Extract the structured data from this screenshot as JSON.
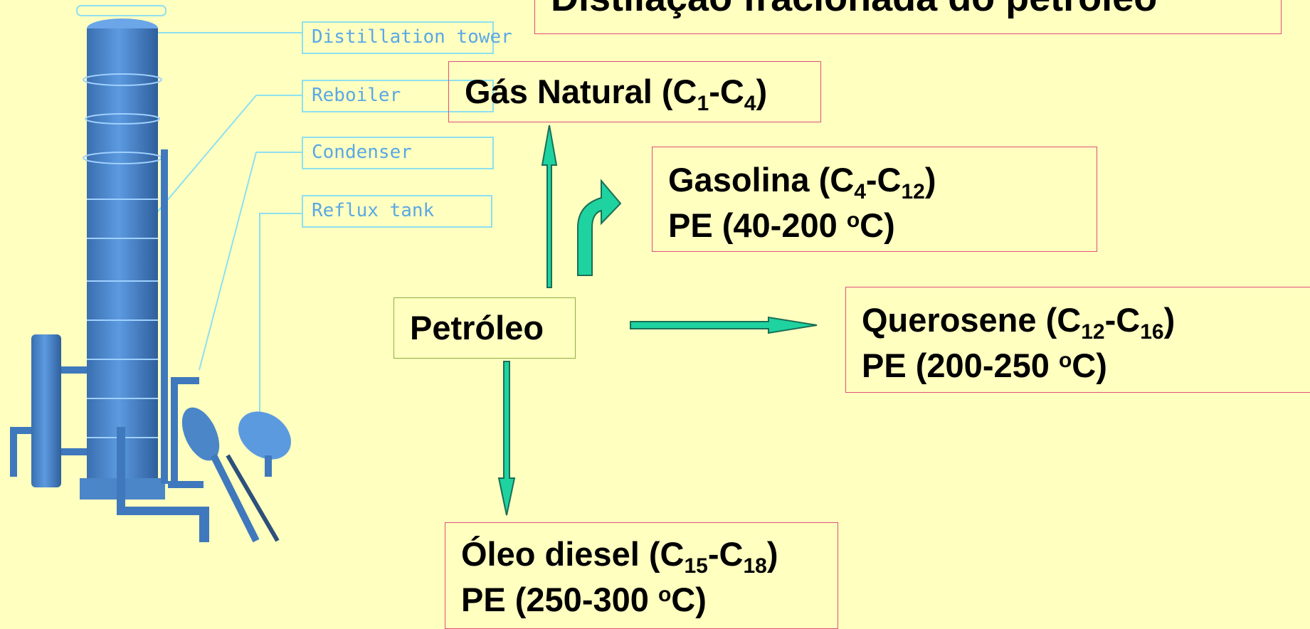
{
  "title": "Distilação fracionada do petróleo",
  "source": "Petróleo",
  "products": {
    "gas": {
      "name": "Gás Natural",
      "formula": [
        "C",
        "1",
        "C",
        "4"
      ]
    },
    "gasolina": {
      "name": "Gasolina",
      "formula": [
        "C",
        "4",
        "C",
        "12"
      ],
      "pe": "PE (40-200",
      "pe_unit": "C)",
      "deg": "o"
    },
    "querosene": {
      "name": "Querosene",
      "formula": [
        "C",
        "12",
        "C",
        "16"
      ],
      "pe": "PE (200-250",
      "pe_unit": "C)",
      "deg": "o"
    },
    "oleo": {
      "name": "Óleo diesel",
      "formula": [
        "C",
        "15",
        "C",
        "18"
      ],
      "pe": "PE (250-300",
      "pe_unit": "C)",
      "deg": "o"
    }
  },
  "tower_labels": {
    "tower": "Distillation tower",
    "reboiler": "Reboiler",
    "condenser": "Condenser",
    "reflux": "Reflux tank"
  },
  "colors": {
    "background": "#ffffc0",
    "box_border": "#e0507a",
    "source_border": "#8db040",
    "arrow_fill": "#1ed3a0",
    "tower_blue": "#4a86c8",
    "label_color": "#5aa8e6"
  }
}
